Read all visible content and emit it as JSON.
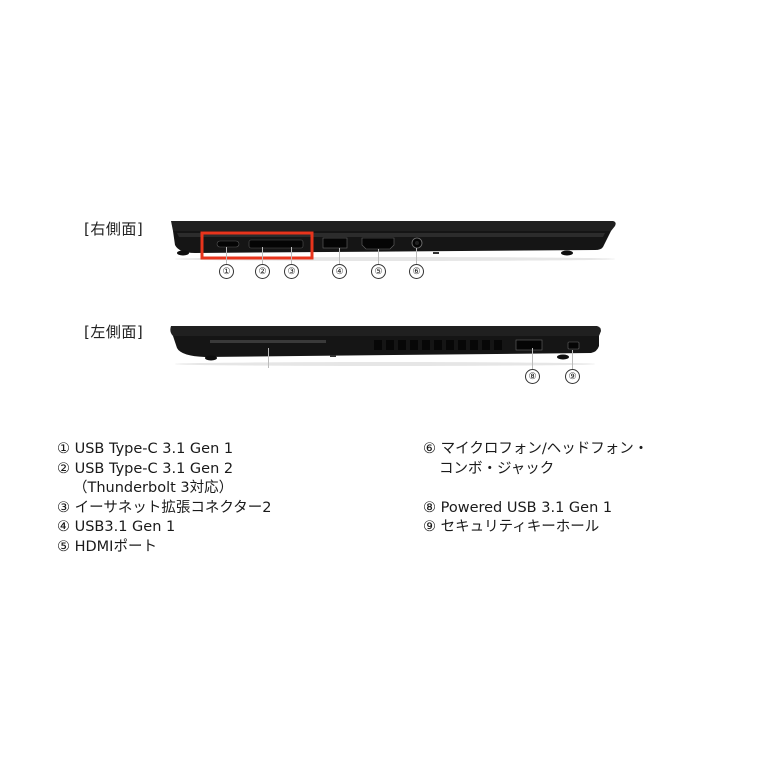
{
  "right_side": {
    "label": "[右側面]",
    "highlight_color": "#e8341c",
    "callouts": [
      "①",
      "②",
      "③",
      "④",
      "⑤",
      "⑥"
    ]
  },
  "left_side": {
    "label": "[左側面]",
    "callouts": [
      "⑧",
      "⑨"
    ]
  },
  "legend_left": [
    {
      "text": "① USB Type-C 3.1 Gen 1"
    },
    {
      "text": "② USB Type-C 3.1 Gen 2"
    },
    {
      "text": "（Thunderbolt 3対応）"
    },
    {
      "text": "③ イーサネット拡張コネクター2"
    },
    {
      "text": "④ USB3.1 Gen 1"
    },
    {
      "text": "⑤ HDMIポート"
    }
  ],
  "legend_right": [
    {
      "text": "⑥ マイクロフォン/ヘッドフォン・"
    },
    {
      "text": "コンボ・ジャック"
    },
    {
      "text": "⑧ Powered USB 3.1 Gen 1"
    },
    {
      "text": "⑨ セキュリティキーホール"
    }
  ]
}
